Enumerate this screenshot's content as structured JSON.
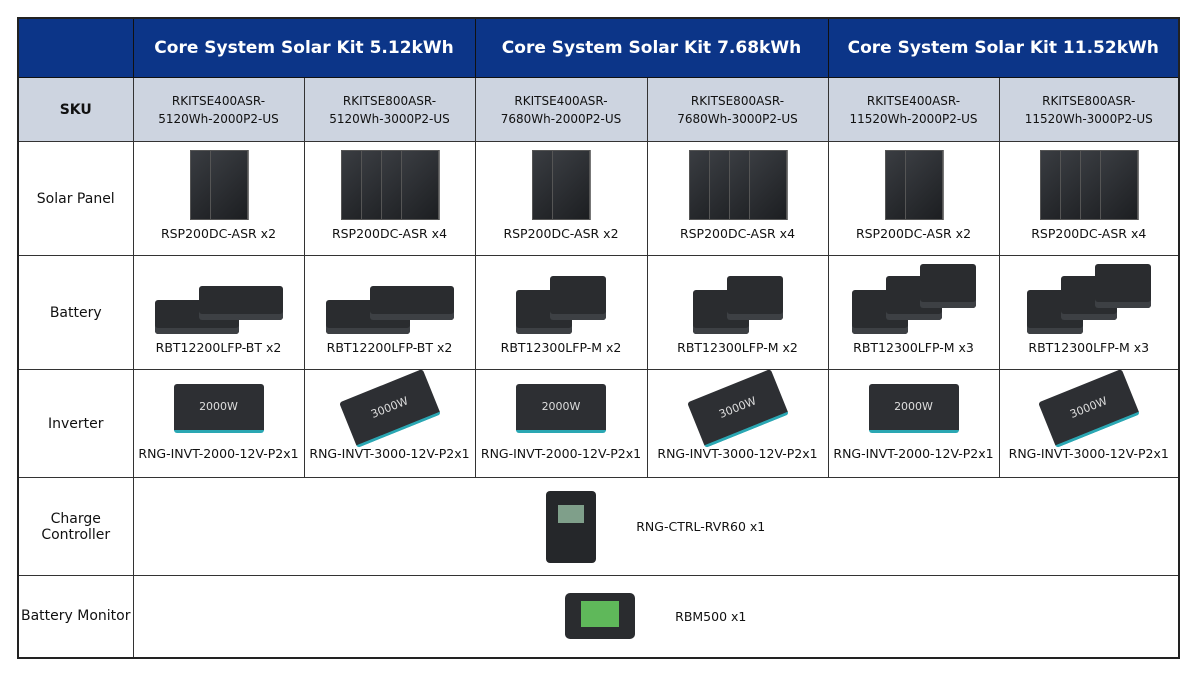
{
  "kits": [
    "Core System Solar Kit 5.12kWh",
    "Core System Solar Kit 7.68kWh",
    "Core System Solar Kit 11.52kWh"
  ],
  "row_labels": {
    "sku": "SKU",
    "solar": "Solar Panel",
    "battery": "Battery",
    "inverter": "Inverter",
    "charge": "Charge Controller",
    "monitor": "Battery Monitor"
  },
  "skus": [
    [
      "RKITSE400ASR-",
      "5120Wh-2000P2-US"
    ],
    [
      "RKITSE800ASR-",
      "5120Wh-3000P2-US"
    ],
    [
      "RKITSE400ASR-",
      "7680Wh-2000P2-US"
    ],
    [
      "RKITSE800ASR-",
      "7680Wh-3000P2-US"
    ],
    [
      "RKITSE400ASR-",
      "11520Wh-2000P2-US"
    ],
    [
      "RKITSE800ASR-",
      "11520Wh-3000P2-US"
    ]
  ],
  "solar": [
    "RSP200DC-ASR x2",
    "RSP200DC-ASR x4",
    "RSP200DC-ASR x2",
    "RSP200DC-ASR x4",
    "RSP200DC-ASR x2",
    "RSP200DC-ASR x4"
  ],
  "battery": [
    "RBT12200LFP-BT x2",
    "RBT12200LFP-BT x2",
    "RBT12300LFP-M x2",
    "RBT12300LFP-M x2",
    "RBT12300LFP-M x3",
    "RBT12300LFP-M x3"
  ],
  "inverter": [
    "RNG-INVT-2000-12V-P2x1",
    "RNG-INVT-3000-12V-P2x1",
    "RNG-INVT-2000-12V-P2x1",
    "RNG-INVT-3000-12V-P2x1",
    "RNG-INVT-2000-12V-P2x1",
    "RNG-INVT-3000-12V-P2x1"
  ],
  "inverter_watts": [
    "2000W",
    "3000W",
    "2000W",
    "3000W",
    "2000W",
    "3000W"
  ],
  "charge": "RNG-CTRL-RVR60 x1",
  "monitor": "RBM500 x1"
}
